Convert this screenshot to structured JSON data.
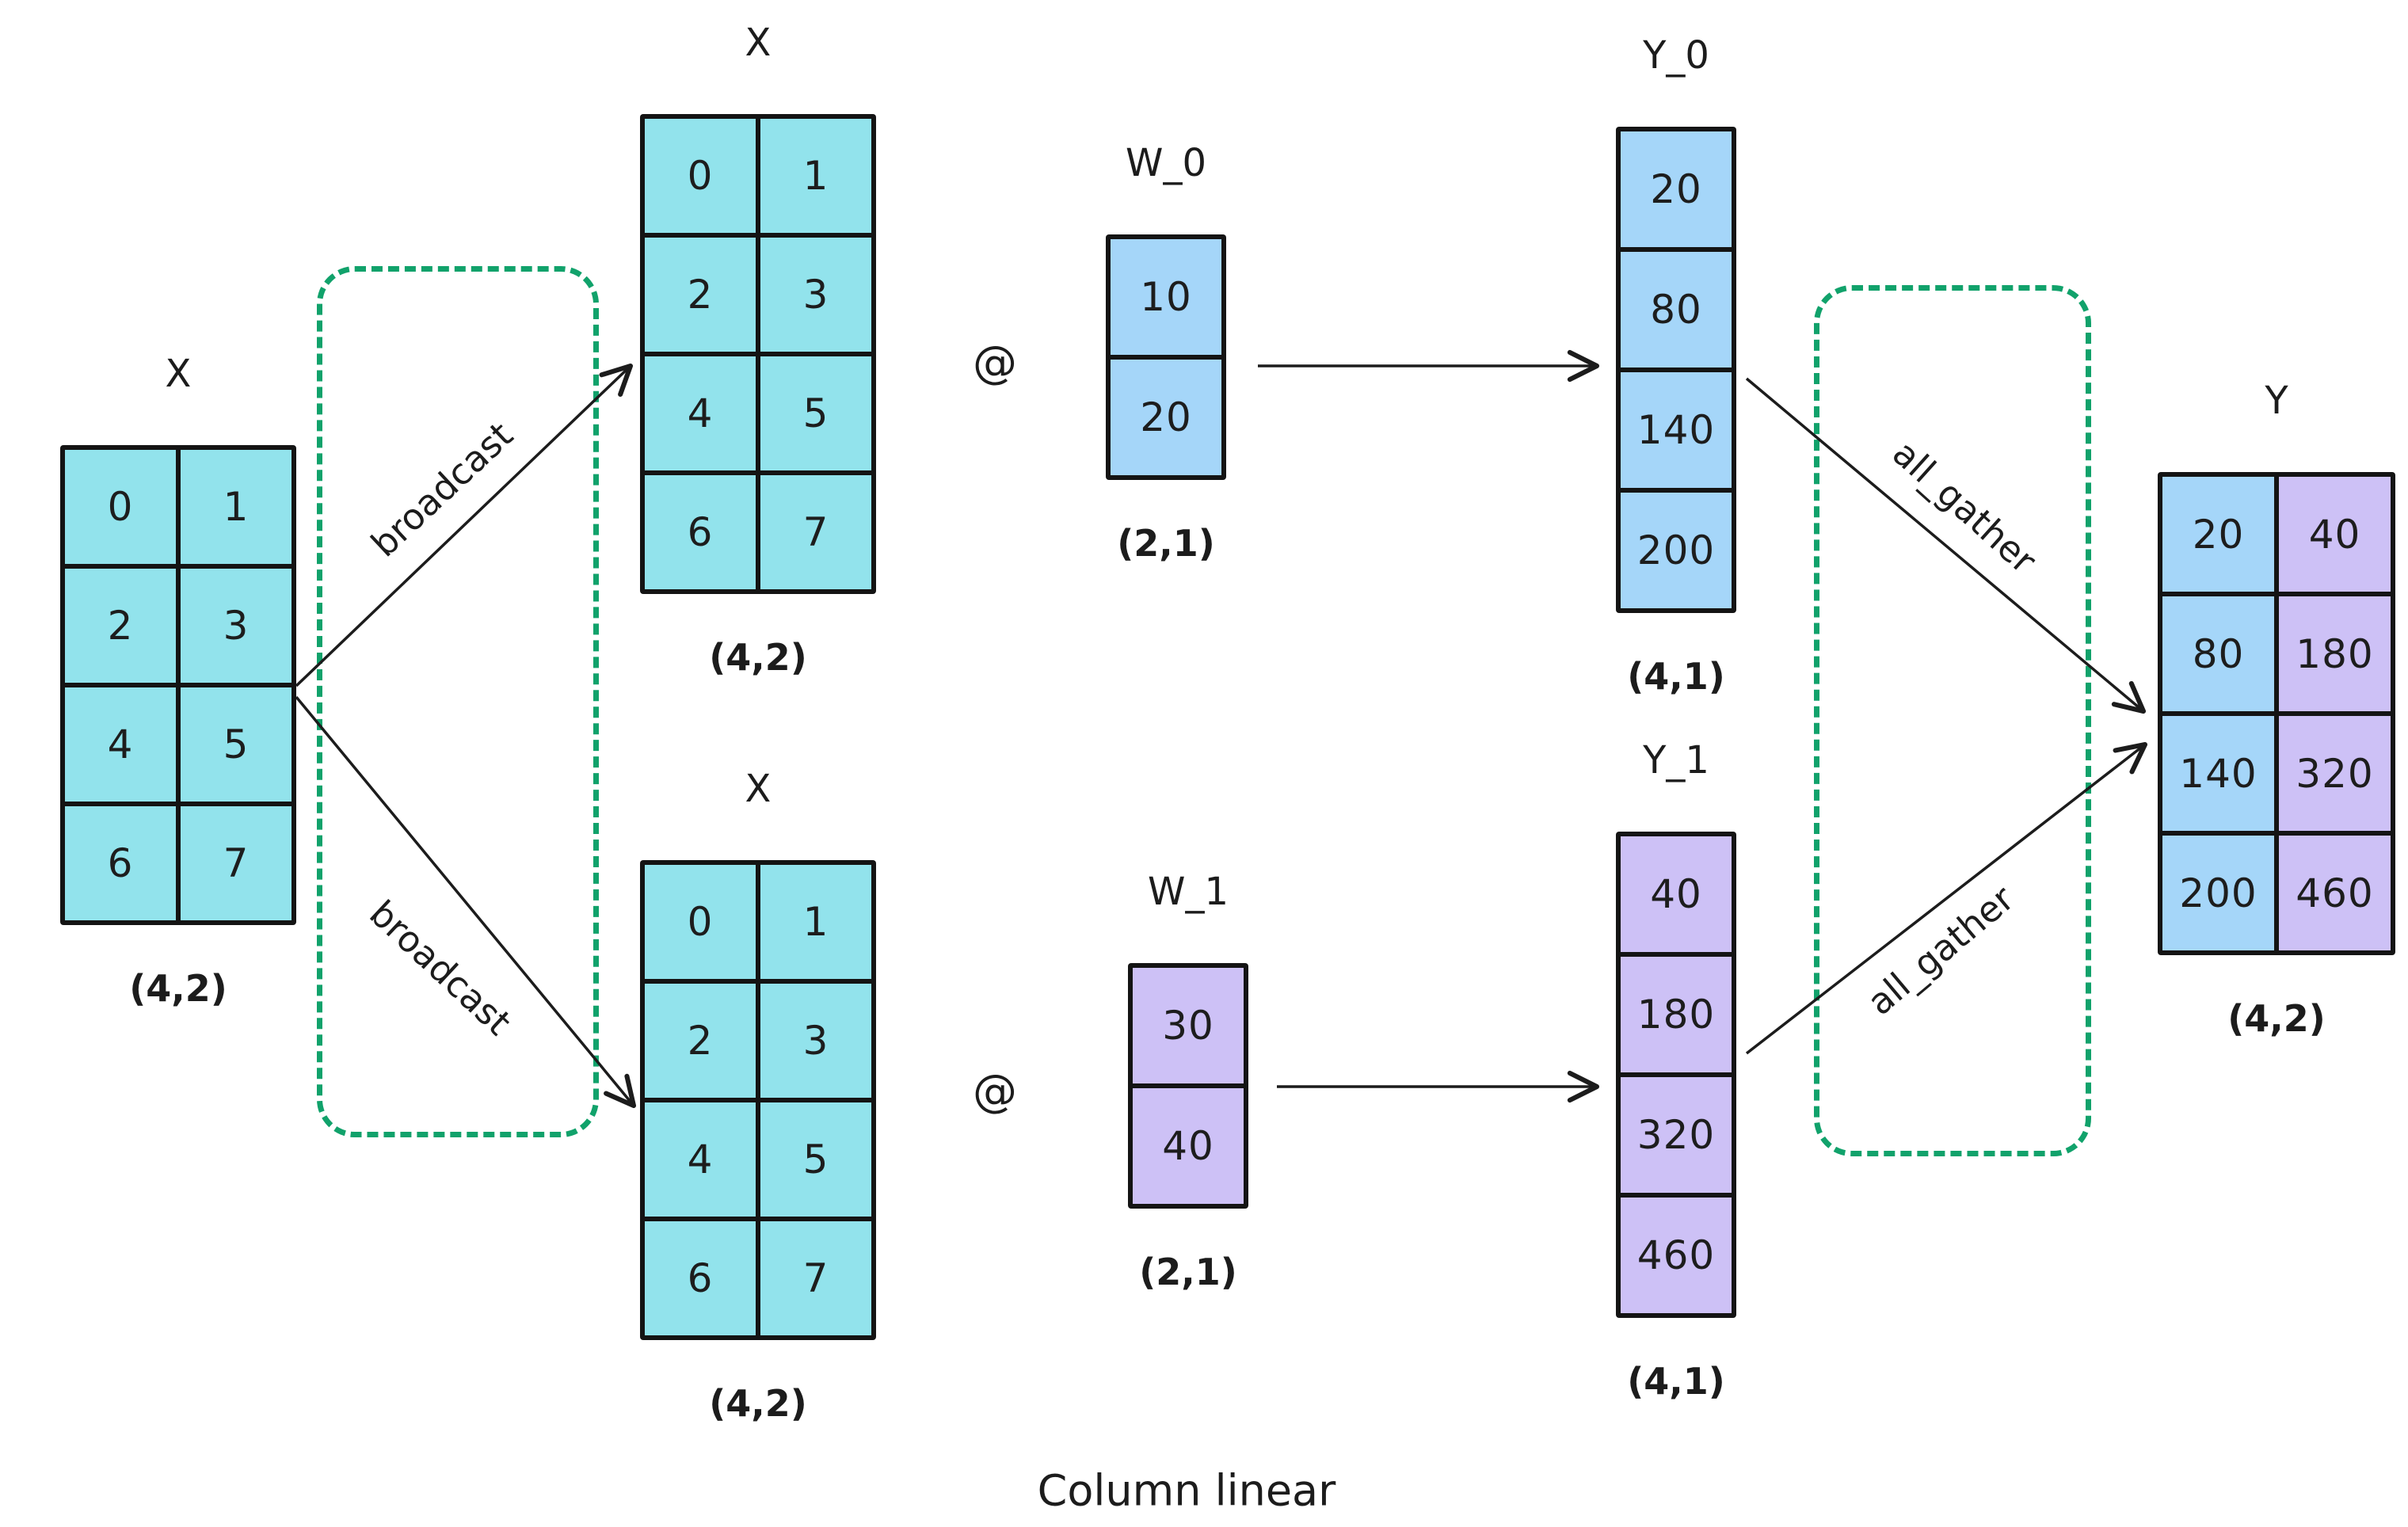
{
  "diagram": {
    "caption": "Column linear",
    "operators": {
      "matmul_top": "@",
      "matmul_bottom": "@"
    },
    "edges": {
      "broadcast_top": "broadcast",
      "broadcast_bottom": "broadcast",
      "all_gather_top": "all_gather",
      "all_gather_bottom": "all_gather"
    },
    "colors": {
      "teal": "#92E3EC",
      "blue": "#A5D6F9",
      "purple": "#CDC1F6",
      "dashed_group_green": "#11A26B",
      "ink": "#1C1C1C"
    }
  },
  "matrices": [
    {
      "name": "X",
      "shape": "(4,2)",
      "rows": [
        [
          "0",
          "1"
        ],
        [
          "2",
          "3"
        ],
        [
          "4",
          "5"
        ],
        [
          "6",
          "7"
        ]
      ]
    },
    {
      "name": "X",
      "shape": "(4,2)",
      "rows": [
        [
          "0",
          "1"
        ],
        [
          "2",
          "3"
        ],
        [
          "4",
          "5"
        ],
        [
          "6",
          "7"
        ]
      ]
    },
    {
      "name": "X",
      "shape": "(4,2)",
      "rows": [
        [
          "0",
          "1"
        ],
        [
          "2",
          "3"
        ],
        [
          "4",
          "5"
        ],
        [
          "6",
          "7"
        ]
      ]
    },
    {
      "name": "W_0",
      "shape": "(2,1)",
      "rows": [
        [
          "10"
        ],
        [
          "20"
        ]
      ]
    },
    {
      "name": "Y_0",
      "shape": "(4,1)",
      "rows": [
        [
          "20"
        ],
        [
          "80"
        ],
        [
          "140"
        ],
        [
          "200"
        ]
      ]
    },
    {
      "name": "W_1",
      "shape": "(2,1)",
      "rows": [
        [
          "30"
        ],
        [
          "40"
        ]
      ]
    },
    {
      "name": "Y_1",
      "shape": "(4,1)",
      "rows": [
        [
          "40"
        ],
        [
          "180"
        ],
        [
          "320"
        ],
        [
          "460"
        ]
      ]
    },
    {
      "name": "Y",
      "shape": "(4,2)",
      "rows": [
        [
          "20",
          "40"
        ],
        [
          "80",
          "180"
        ],
        [
          "140",
          "320"
        ],
        [
          "200",
          "460"
        ]
      ]
    }
  ]
}
